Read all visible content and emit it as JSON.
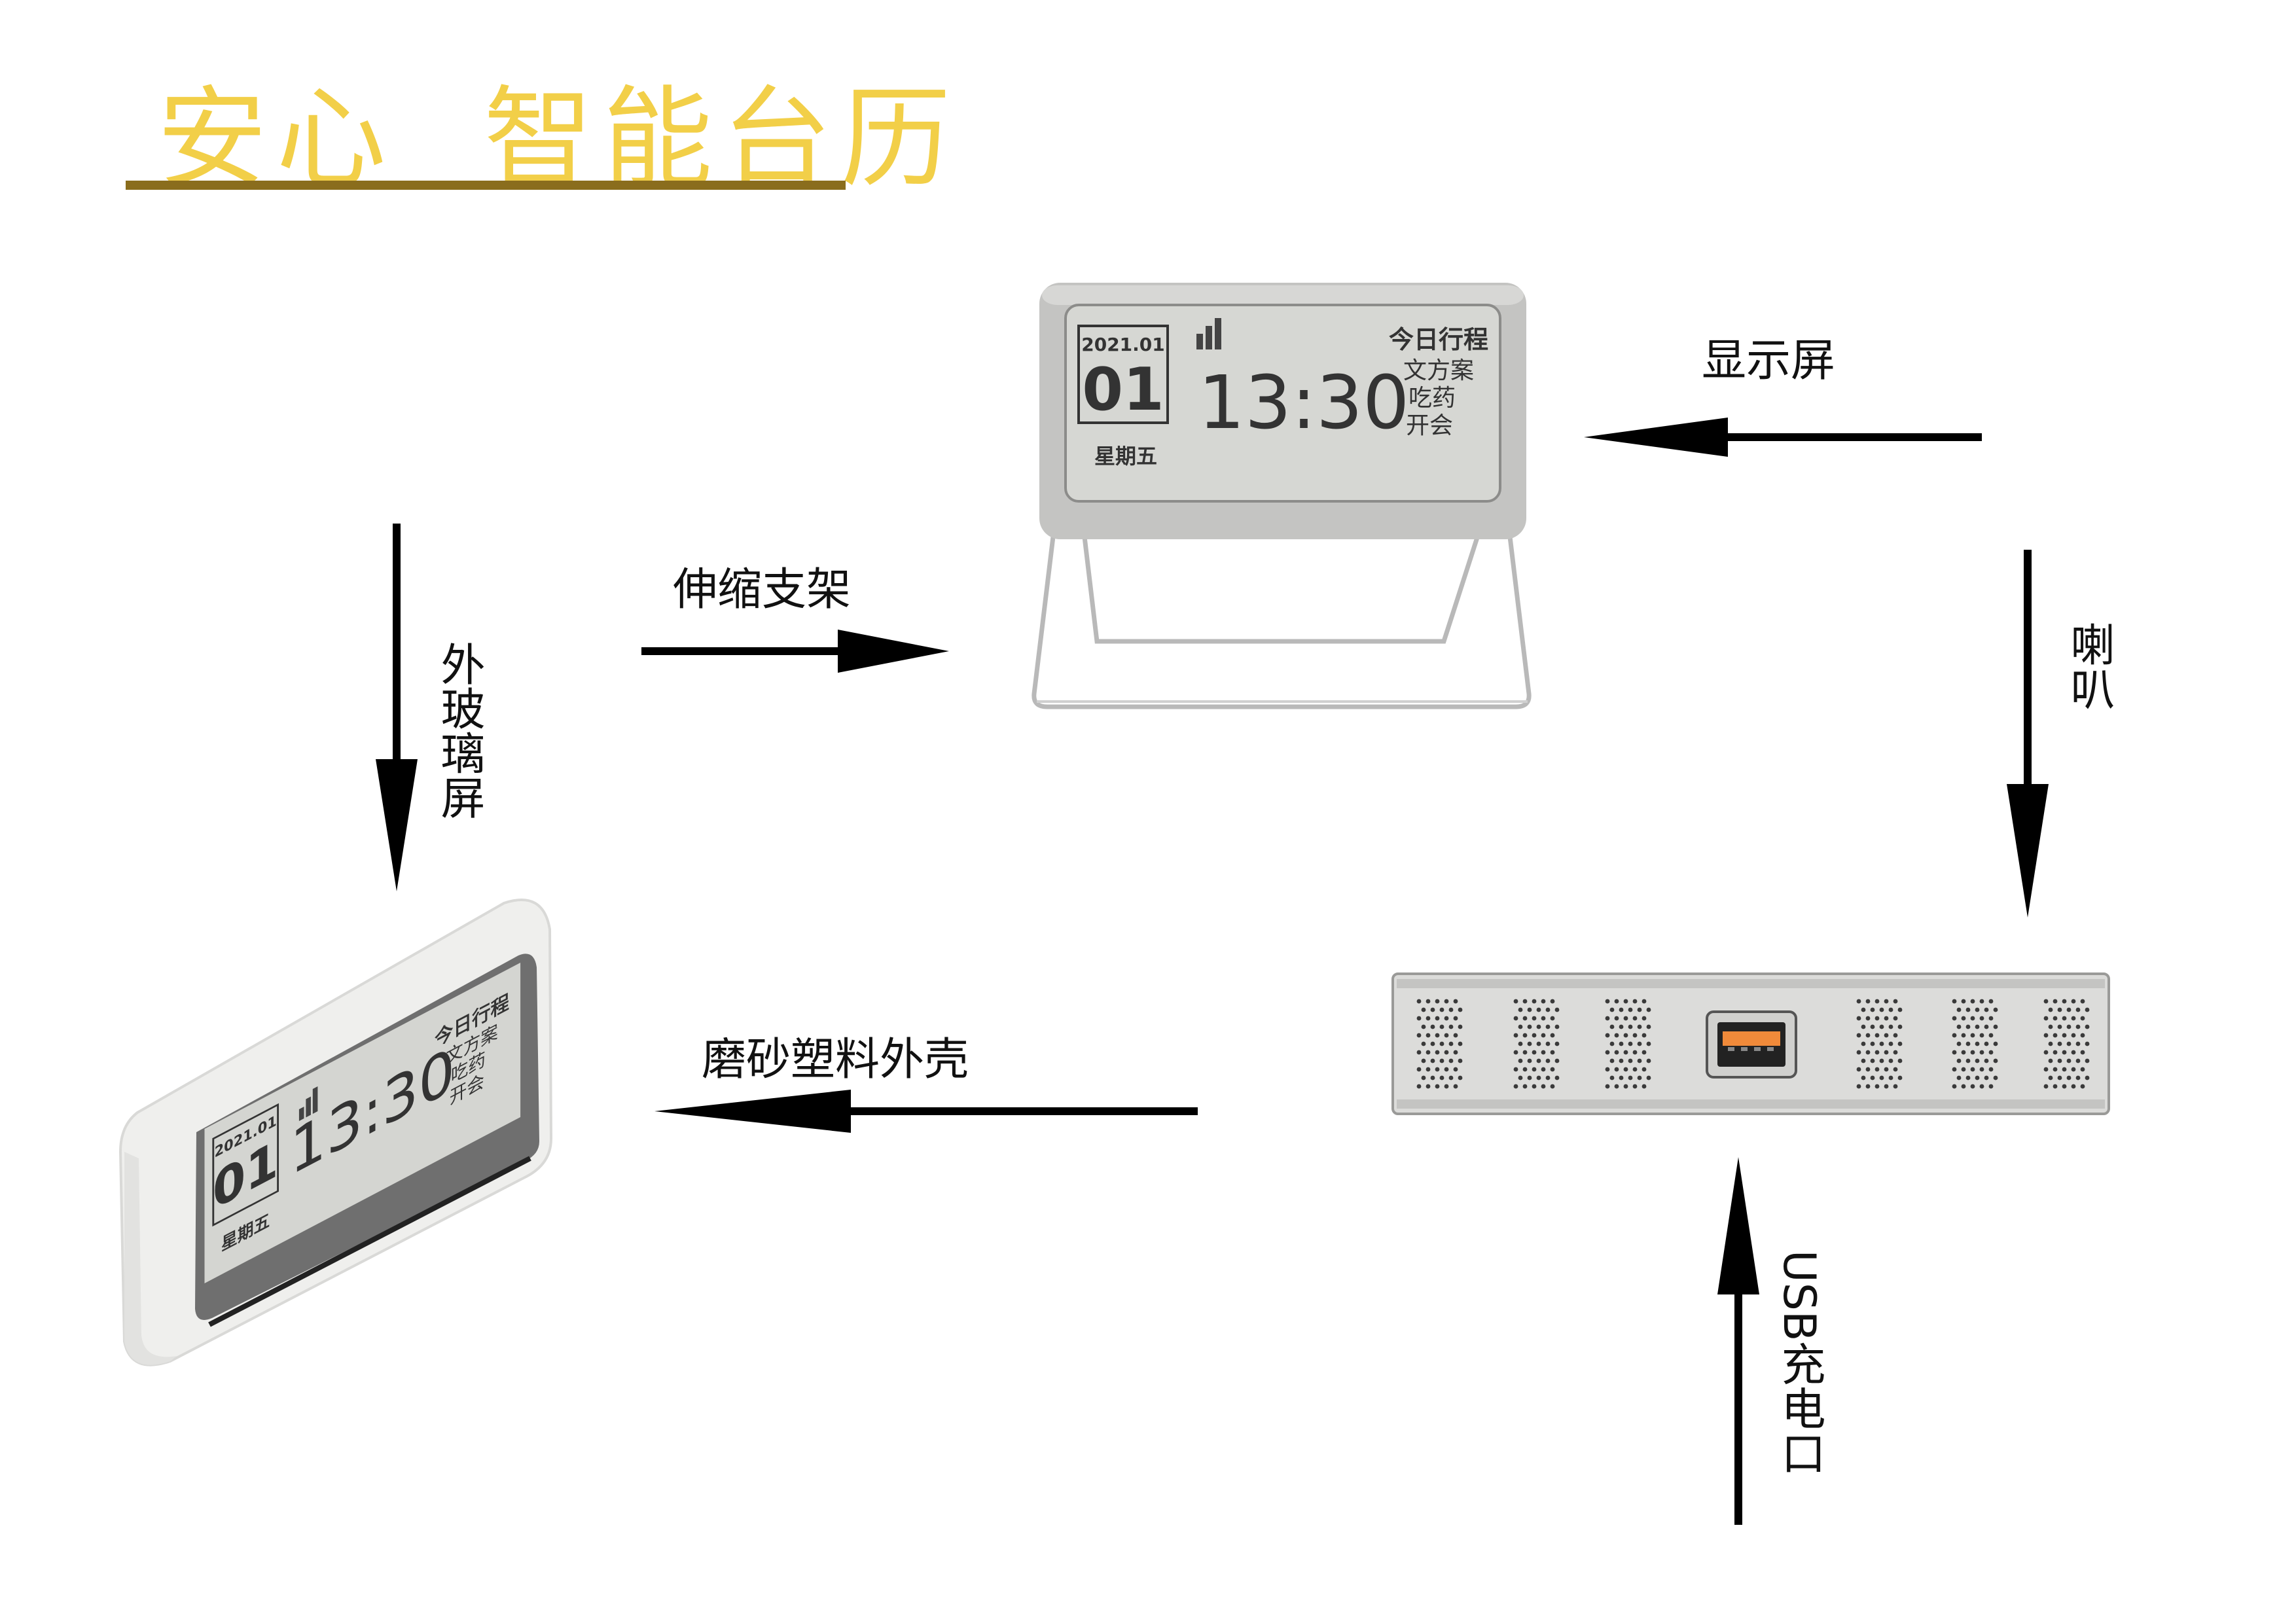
{
  "title": "安心  智能台历",
  "colors": {
    "title": "#f2cf48",
    "title_rule": "#8a6d1d",
    "screen": "#d3d4d0",
    "frame": "#bdbdbb",
    "arrow": "#000000"
  },
  "labels": {
    "display": "显示屏",
    "stand": "伸缩支架",
    "glass": "外玻璃屏",
    "speaker": "喇叭",
    "shell": "磨砂塑料外壳",
    "usb": "USB充电口"
  },
  "calendar": {
    "date": "2021.01",
    "day": "01",
    "weekday": "星期五",
    "time": "13:30",
    "agenda_title": "今日行程",
    "agenda": [
      "文方案",
      "吃药",
      "开会"
    ]
  }
}
